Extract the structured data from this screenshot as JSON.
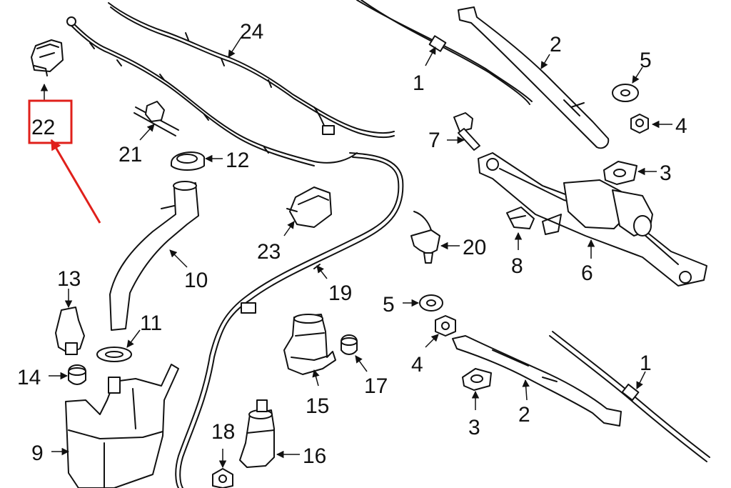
{
  "diagram": {
    "highlight_color": "#e0201b",
    "line_color": "#111111",
    "highlighted_part": "22",
    "callouts": {
      "c22": "22",
      "c24": "24",
      "c1a": "1",
      "c2a": "2",
      "c5a": "5",
      "c4a": "4",
      "c7": "7",
      "c3a": "3",
      "c21": "21",
      "c12": "12",
      "c23": "23",
      "c20": "20",
      "c8": "8",
      "c6": "6",
      "c10": "10",
      "c13": "13",
      "c11": "11",
      "c19": "19",
      "c5b": "5",
      "c4b": "4",
      "c1b": "1",
      "c14": "14",
      "c17": "17",
      "c3b": "3",
      "c2b": "2",
      "c15": "15",
      "c9": "9",
      "c18": "18",
      "c16": "16"
    }
  }
}
